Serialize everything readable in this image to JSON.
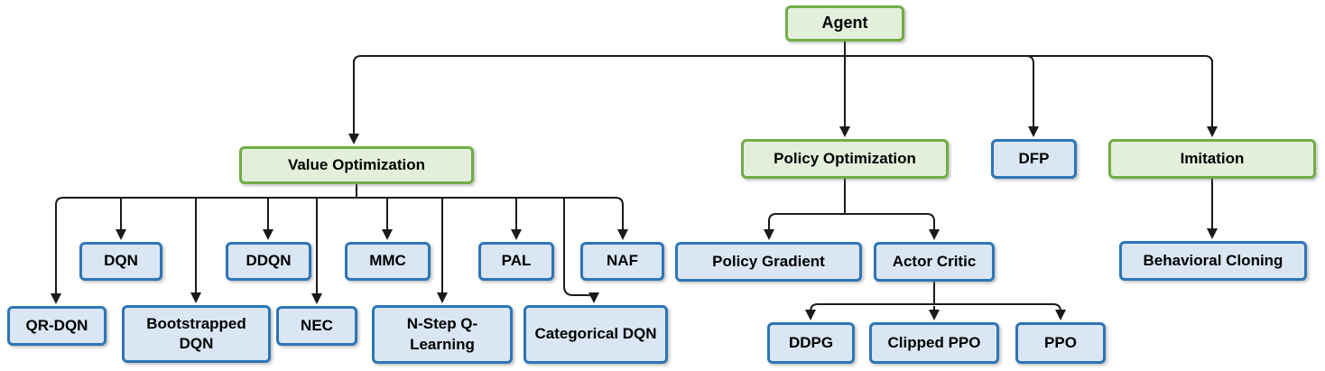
{
  "diagram": {
    "description": "Reinforcement learning agent algorithm hierarchy",
    "colors": {
      "category_fill": "#e3efda",
      "category_border": "#70ad47",
      "algorithm_fill": "#dae6f3",
      "algorithm_border": "#2e75b6",
      "connector": "#1a1a1a",
      "text": "#000000",
      "background": "#ffffff"
    }
  },
  "nodes": {
    "agent": {
      "label": "Agent",
      "type": "category"
    },
    "value_optimization": {
      "label": "Value Optimization",
      "type": "category"
    },
    "policy_optimization": {
      "label": "Policy Optimization",
      "type": "category"
    },
    "dfp": {
      "label": "DFP",
      "type": "algorithm"
    },
    "imitation": {
      "label": "Imitation",
      "type": "category"
    },
    "dqn": {
      "label": "DQN",
      "type": "algorithm"
    },
    "ddqn": {
      "label": "DDQN",
      "type": "algorithm"
    },
    "mmc": {
      "label": "MMC",
      "type": "algorithm"
    },
    "pal": {
      "label": "PAL",
      "type": "algorithm"
    },
    "naf": {
      "label": "NAF",
      "type": "algorithm"
    },
    "qr_dqn": {
      "label": "QR-DQN",
      "type": "algorithm"
    },
    "bootstrapped_dqn": {
      "label": "Bootstrapped DQN",
      "type": "algorithm"
    },
    "nec": {
      "label": "NEC",
      "type": "algorithm"
    },
    "n_step_q_learning": {
      "label": "N-Step Q-Learning",
      "type": "algorithm"
    },
    "categorical_dqn": {
      "label": "Categorical DQN",
      "type": "algorithm"
    },
    "policy_gradient": {
      "label": "Policy Gradient",
      "type": "algorithm"
    },
    "actor_critic": {
      "label": "Actor Critic",
      "type": "algorithm"
    },
    "behavioral_cloning": {
      "label": "Behavioral Cloning",
      "type": "algorithm"
    },
    "ddpg": {
      "label": "DDPG",
      "type": "algorithm"
    },
    "clipped_ppo": {
      "label": "Clipped PPO",
      "type": "algorithm"
    },
    "ppo": {
      "label": "PPO",
      "type": "algorithm"
    }
  },
  "edges": [
    {
      "from": "agent",
      "to": "value_optimization"
    },
    {
      "from": "agent",
      "to": "policy_optimization"
    },
    {
      "from": "agent",
      "to": "dfp"
    },
    {
      "from": "agent",
      "to": "imitation"
    },
    {
      "from": "value_optimization",
      "to": "qr_dqn"
    },
    {
      "from": "value_optimization",
      "to": "dqn"
    },
    {
      "from": "value_optimization",
      "to": "bootstrapped_dqn"
    },
    {
      "from": "value_optimization",
      "to": "ddqn"
    },
    {
      "from": "value_optimization",
      "to": "nec"
    },
    {
      "from": "value_optimization",
      "to": "mmc"
    },
    {
      "from": "value_optimization",
      "to": "n_step_q_learning"
    },
    {
      "from": "value_optimization",
      "to": "pal"
    },
    {
      "from": "value_optimization",
      "to": "categorical_dqn"
    },
    {
      "from": "value_optimization",
      "to": "naf"
    },
    {
      "from": "policy_optimization",
      "to": "policy_gradient"
    },
    {
      "from": "policy_optimization",
      "to": "actor_critic"
    },
    {
      "from": "actor_critic",
      "to": "ddpg"
    },
    {
      "from": "actor_critic",
      "to": "clipped_ppo"
    },
    {
      "from": "actor_critic",
      "to": "ppo"
    },
    {
      "from": "imitation",
      "to": "behavioral_cloning"
    }
  ]
}
